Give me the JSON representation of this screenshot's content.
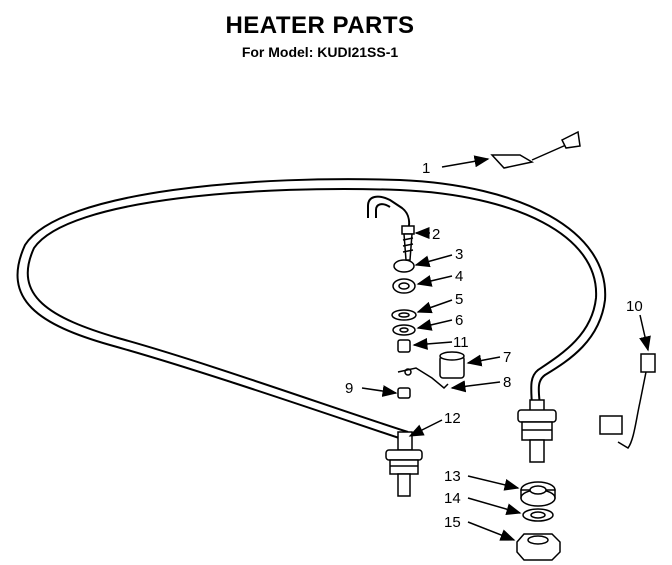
{
  "header": {
    "title": "HEATER PARTS",
    "subtitle": "For Model: KUDI21SS-1"
  },
  "callouts": [
    "1",
    "2",
    "3",
    "4",
    "5",
    "6",
    "11",
    "7",
    "8",
    "9",
    "12",
    "10",
    "13",
    "14",
    "15"
  ]
}
